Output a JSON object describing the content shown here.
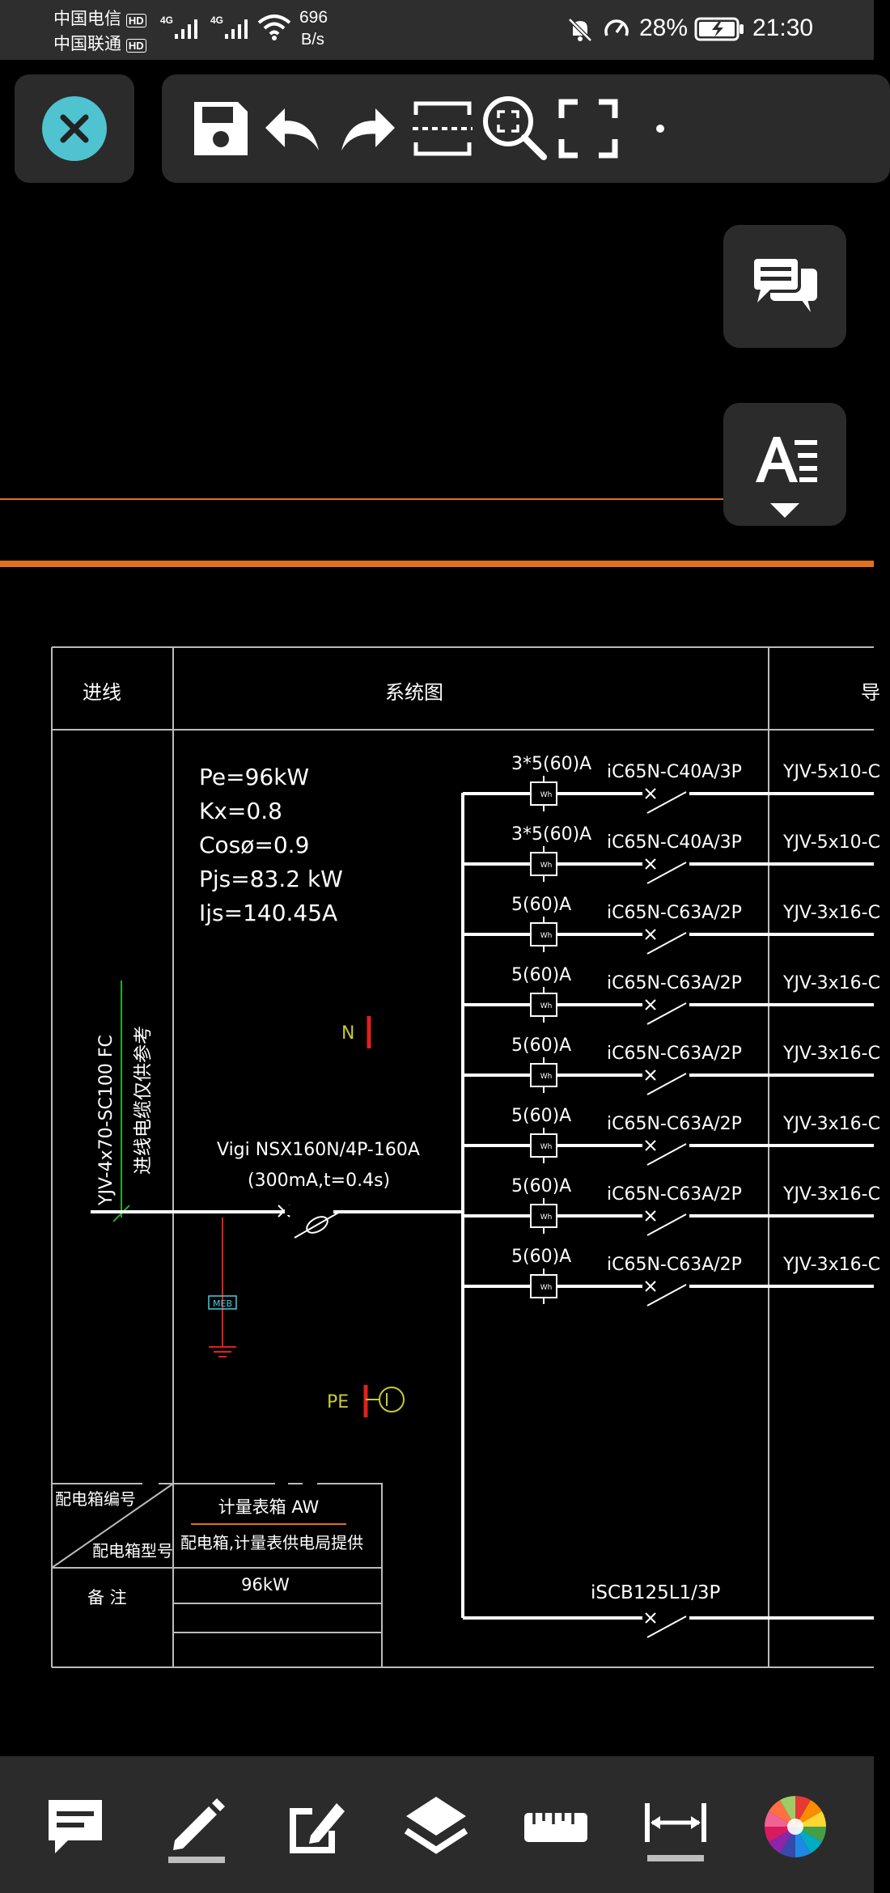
{
  "status_bar": {
    "carrier_1": "中国电信",
    "carrier_2": "中国联通",
    "hd_badge": "HD",
    "network_type_1": "4G",
    "network_type_2": "4G",
    "speed_value": "696",
    "speed_unit": "B/s",
    "battery_percent": "28%",
    "time": "21:30"
  },
  "toolbar": {
    "icons": [
      "close-icon",
      "save-icon",
      "undo-icon",
      "redo-icon",
      "section-icon",
      "zoom-fit-icon",
      "fullscreen-icon",
      "more-icon"
    ]
  },
  "drawing": {
    "header_incoming": "进线",
    "header_system": "系统图",
    "header_cut": "导",
    "load_pe": "Pe=96kW",
    "load_kx": "Kx=0.8",
    "load_cos": "Cosø=0.9",
    "load_pjs": "Pjs=83.2  kW",
    "load_ijs": "Ijs=140.45A",
    "cable_spec": "YJV-4x70-SC100 FC",
    "cable_note": "进线电缆仅供参考",
    "neutral_label": "N",
    "main_breaker": "Vigi NSX160N/4P-160A",
    "main_breaker_rcd": "(300mA,t=0.4s)",
    "meb_label": "MEB",
    "pe_label": "PE",
    "circuits": [
      {
        "meter": "3*5(60)A",
        "breaker": "iC65N-C40A/3P",
        "cable": "YJV-5x10-C"
      },
      {
        "meter": "3*5(60)A",
        "breaker": "iC65N-C40A/3P",
        "cable": "YJV-5x10-C"
      },
      {
        "meter": "5(60)A",
        "breaker": "iC65N-C63A/2P",
        "cable": "YJV-3x16-C"
      },
      {
        "meter": "5(60)A",
        "breaker": "iC65N-C63A/2P",
        "cable": "YJV-3x16-C"
      },
      {
        "meter": "5(60)A",
        "breaker": "iC65N-C63A/2P",
        "cable": "YJV-3x16-C"
      },
      {
        "meter": "5(60)A",
        "breaker": "iC65N-C63A/2P",
        "cable": "YJV-3x16-C"
      },
      {
        "meter": "5(60)A",
        "breaker": "iC65N-C63A/2P",
        "cable": "YJV-3x16-C"
      },
      {
        "meter": "5(60)A",
        "breaker": "iC65N-C63A/2P",
        "cable": "YJV-3x16-C"
      }
    ],
    "last_breaker": "iSCB125L1/3P",
    "box_number_label": "配电箱编号",
    "box_model_label": "配电箱型号",
    "box_name": "计量表箱  AW",
    "box_note": "配电箱,计量表供电局提供",
    "remark_label": "备  注",
    "capacity": "96kW"
  },
  "bottom_toolbar": {
    "icons": [
      "comment-icon",
      "pencil-icon",
      "edit-note-icon",
      "layers-icon",
      "ruler-icon",
      "dimension-icon",
      "color-wheel-icon"
    ]
  },
  "colors": {
    "accent_teal": "#4fc3d0",
    "orange_line": "#e07020",
    "cad_green": "#2ea82e",
    "cad_red": "#e02020",
    "cad_yellow": "#c8c83c",
    "cad_cyan": "#40d0e0"
  }
}
